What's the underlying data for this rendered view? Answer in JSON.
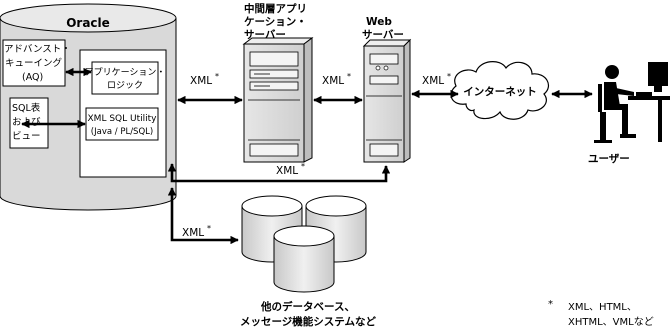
{
  "oracle": {
    "title": "Oracle",
    "aq_label_1": "アドバンスト・",
    "aq_label_2": "キューイング",
    "aq_label_3": "(AQ)",
    "app_logic_1": "アプリケーション・",
    "app_logic_2": "ロジック",
    "sql_table_1": "SQL表",
    "sql_table_2": "および",
    "sql_table_3": "ビュー",
    "xsu_1": "XML SQL Utility",
    "xsu_2": "(Java / PL/SQL)"
  },
  "middle_tier": {
    "label_1": "中間層アプリ",
    "label_2": "ケーション・",
    "label_3": "サーバー"
  },
  "web_server": {
    "label_1": "Web",
    "label_2": "サーバー"
  },
  "internet": {
    "label": "インターネット"
  },
  "user": {
    "label": "ユーザー"
  },
  "other_db": {
    "label_1": "他のデータベース、",
    "label_2": "メッセージ機能システムなど"
  },
  "connectors": {
    "xml_1": "XML",
    "xml_2": "XML",
    "xml_3": "XML",
    "xml_4": "XML",
    "xml_5": "XML",
    "star": "*"
  },
  "footnote": {
    "star": "*",
    "line_1": "XML、HTML、",
    "line_2": "XHTML、VMLなど"
  }
}
